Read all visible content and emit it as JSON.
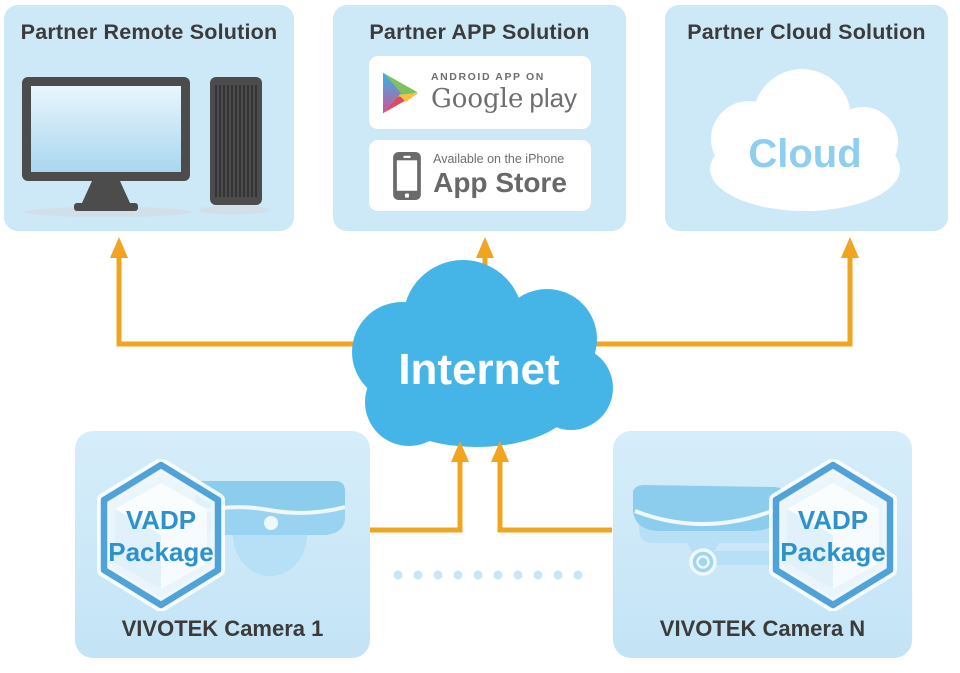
{
  "colors": {
    "panel_blue": "#cde8f7",
    "internet_cloud_blue": "#45b5e8",
    "arrow_orange": "#f1a41f",
    "heading_text": "#3b3b3b",
    "vadp_text_blue": "#2d92cc",
    "cloud_label_blue": "#8ecff0",
    "badge_text_gray": "#6e6e6e",
    "dot_blue": "#c9e6f7"
  },
  "panels": {
    "remote": {
      "title": "Partner Remote Solution"
    },
    "app": {
      "title": "Partner APP Solution",
      "google_play": {
        "tagline": "ANDROID APP ON",
        "brand_serif": "Google",
        "brand_sans": "play"
      },
      "app_store": {
        "tagline": "Available on the iPhone",
        "brand": "App Store"
      }
    },
    "cloud": {
      "title": "Partner Cloud Solution",
      "cloud_label": "Cloud"
    },
    "camera1": {
      "label": "VIVOTEK Camera 1",
      "vadp_line1": "VADP",
      "vadp_line2": "Package"
    },
    "cameraN": {
      "label": "VIVOTEK Camera N",
      "vadp_line1": "VADP",
      "vadp_line2": "Package"
    }
  },
  "internet": {
    "label": "Internet"
  }
}
